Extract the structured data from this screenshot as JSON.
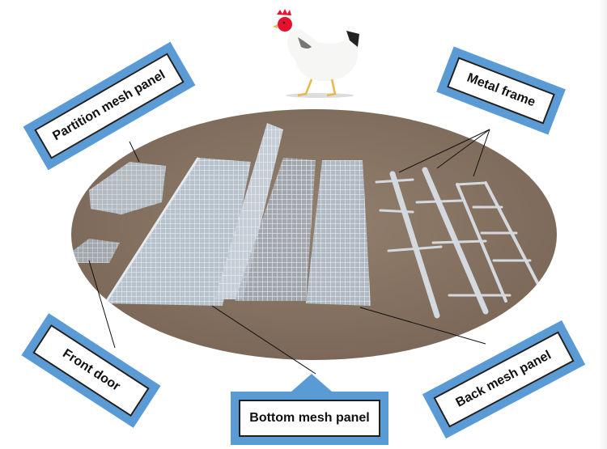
{
  "diagram": {
    "subject": "Chicken cage components",
    "illustration": {
      "top_image": "white-chicken",
      "main_photo": "cage-parts-on-ground",
      "ground_color": "#8a7766",
      "mesh_color": "#d8e0e8"
    },
    "callout_color": "#5b9bd5",
    "labels": {
      "partition": "Partition mesh panel",
      "metal_frame": "Metal frame",
      "front_door": "Front door",
      "bottom": "Bottom mesh panel",
      "back": "Back mesh panel"
    }
  }
}
